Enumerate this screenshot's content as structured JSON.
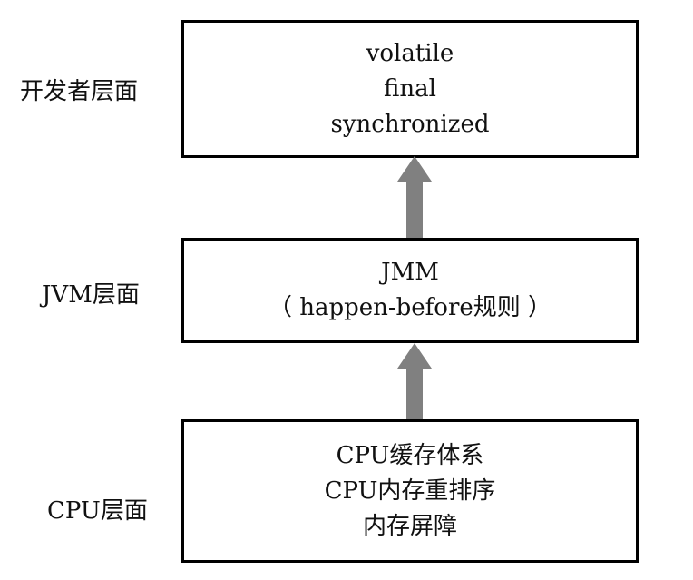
{
  "layers": {
    "developer": {
      "label": "开发者层面",
      "lines": [
        "volatile",
        "final",
        "synchronized"
      ]
    },
    "jvm": {
      "label": "JVM层面",
      "lines": [
        "JMM",
        "（ happen-before规则 ）"
      ]
    },
    "cpu": {
      "label": "CPU层面",
      "lines": [
        "CPU缓存体系",
        "CPU内存重排序",
        "内存屏障"
      ]
    }
  },
  "colors": {
    "arrow": "#808080",
    "box_border": "#000000",
    "text": "#111111"
  }
}
